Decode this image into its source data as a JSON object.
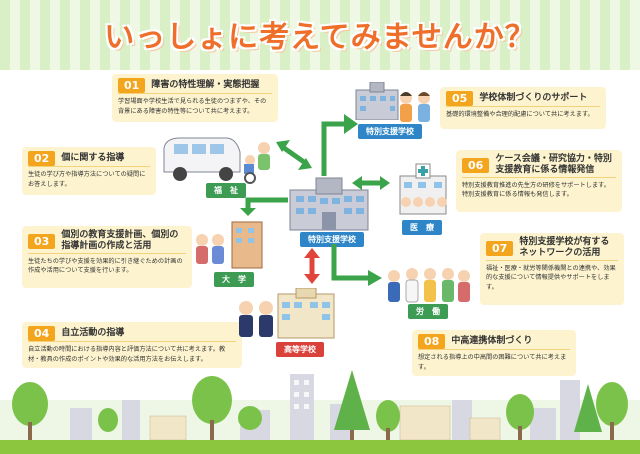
{
  "title": "いっしょに考えてみませんか？",
  "items": [
    {
      "num": "01",
      "head": "障害の特性理解・実態把握",
      "desc": "学習場面や学校生活で見られる生徒のつまずや、その背景にある障害の特性等について共に考えます。"
    },
    {
      "num": "02",
      "head": "個に関する指導",
      "desc": "生徒の学び方や指導方法についての疑問にお答えします。"
    },
    {
      "num": "03",
      "head": "個別の教育支援計画、個別の指導計画の作成と活用",
      "desc": "生徒たちの学びや支援を効果的に引き継ぐための計画の作成や活用について支援を行います。"
    },
    {
      "num": "04",
      "head": "自立活動の指導",
      "desc": "自立活動の時間における指導内容と評価方法について共に考えます。教材・教具の作成のポイントや効果的な活用方法をお伝えします。"
    },
    {
      "num": "05",
      "head": "学校体制づくりのサポート",
      "desc": "基礎的環境整備や合理的配慮について共に考えます。"
    },
    {
      "num": "06",
      "head": "ケース会議・研究協力・特別支援教育に係る情報発信",
      "desc": "特別支援教育推進の先生方の研修をサポートします。特別支援教育に係る情報も発信します。"
    },
    {
      "num": "07",
      "head": "特別支援学校が有するネットワークの活用",
      "desc": "福祉・医療・就労等関係機関との連携や、効果的な支援について情報提供やサポートをします。"
    },
    {
      "num": "08",
      "head": "中高連携体制づくり",
      "desc": "想定される指導上の中高間の困難について共に考えます。"
    }
  ],
  "labels": {
    "welfare": "福　祉",
    "special_school_top": "特別支援学校",
    "special_school_center": "特別支援学校",
    "medical": "医　療",
    "university": "大　学",
    "labor": "労　働",
    "high_school": "高等学校"
  },
  "colors": {
    "title": "#ee6e2a",
    "number_badge": "#f3a51d",
    "box_bg": "#fdf4cf",
    "label_blue": "#2e86c8",
    "label_green": "#3d9b54",
    "label_red": "#d9413a",
    "arrow_green": "#3ba34a",
    "arrow_red": "#e0443a"
  }
}
